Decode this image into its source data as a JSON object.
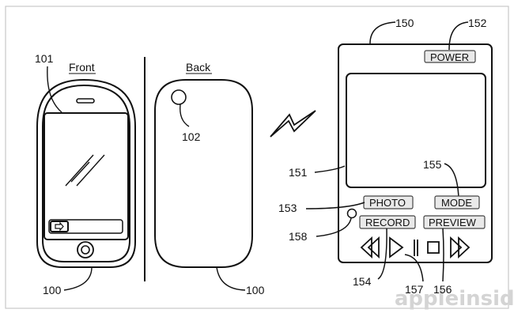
{
  "figure": {
    "front_heading": "Front",
    "back_heading": "Back",
    "refs": {
      "r100a": "100",
      "r100b": "100",
      "r101": "101",
      "r102": "102",
      "r150": "150",
      "r151": "151",
      "r152": "152",
      "r153": "153",
      "r154": "154",
      "r155": "155",
      "r156": "156",
      "r157": "157",
      "r158": "158"
    },
    "buttons": {
      "power": "POWER",
      "photo": "PHOTO",
      "mode": "MODE",
      "record": "RECORD",
      "preview": "PREVIEW"
    },
    "icons": [
      "rewind-icon",
      "play-icon",
      "pause-icon",
      "stop-icon",
      "fast-forward-icon",
      "wireless-link-icon",
      "slide-arrow-icon",
      "home-button-icon",
      "camera-lens-icon",
      "indicator-light-icon"
    ],
    "watermark": "appleinsider"
  }
}
